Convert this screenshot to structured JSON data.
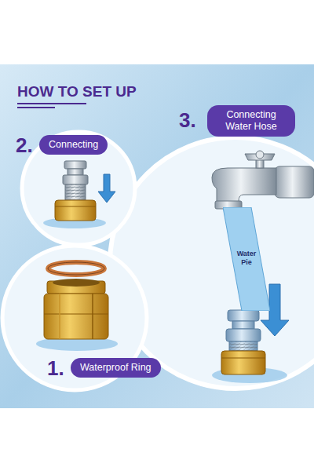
{
  "diagram": {
    "title": "HOW TO SET UP",
    "nodes": [
      {
        "text": [
          "3.",
          "Connecting Water Hose"
        ]
      },
      {
        "text": [
          "2.",
          "Connecting"
        ]
      },
      {
        "text": [
          "Water Pie"
        ]
      },
      {
        "text": [
          "1.",
          "Waterproof Ring"
        ]
      }
    ]
  }
}
